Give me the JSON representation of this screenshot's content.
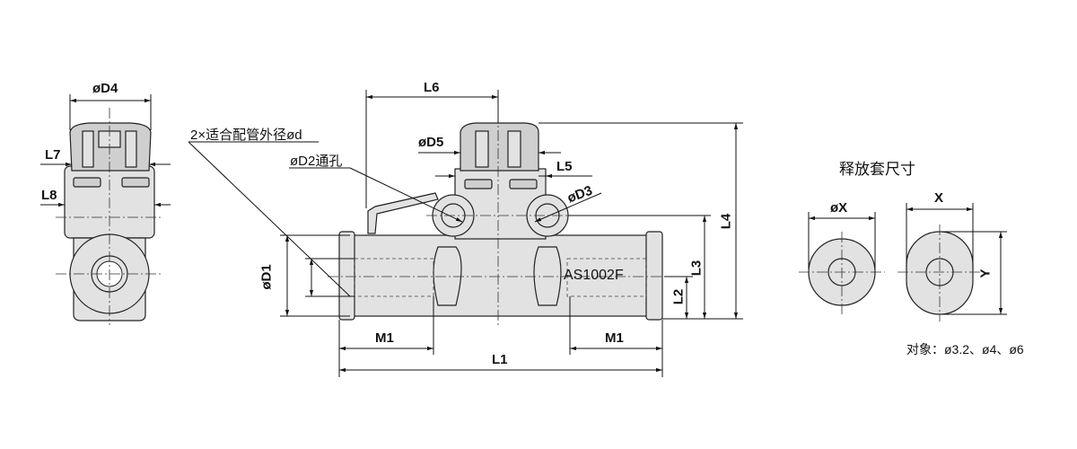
{
  "labels": {
    "d4": "øD4",
    "l7": "L7",
    "l8": "L8",
    "l6": "L6",
    "tube_od": "2×适合配管外径ød",
    "d5": "øD5",
    "d2": "øD2通孔",
    "l5": "L5",
    "d3": "øD3",
    "d1": "øD1",
    "l4": "L4",
    "l3": "L3",
    "l2": "L2",
    "m1_left": "M1",
    "m1_right": "M1",
    "l1": "L1",
    "model": "AS1002F"
  },
  "release_sleeve": {
    "title": "释放套尺寸",
    "ox": "øX",
    "x": "X",
    "y": "Y",
    "note": "对象：ø3.2、ø4、ø6"
  }
}
